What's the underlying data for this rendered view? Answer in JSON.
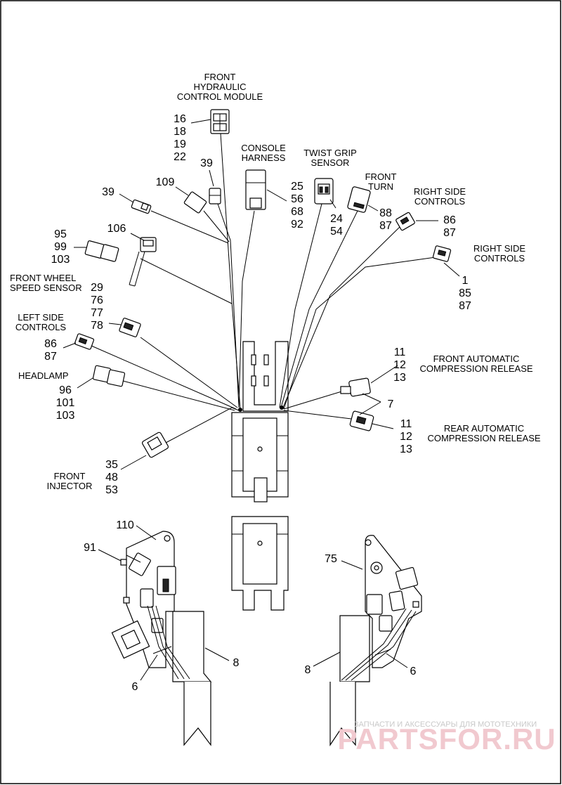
{
  "labels": {
    "front_hcm_1": "FRONT",
    "front_hcm_2": "HYDRAULIC",
    "front_hcm_3": "CONTROL MODULE",
    "console_1": "CONSOLE",
    "console_2": "HARNESS",
    "twist_1": "TWIST GRIP",
    "twist_2": "SENSOR",
    "turn_1": "FRONT",
    "turn_2": "TURN",
    "rsc1_1": "RIGHT SIDE",
    "rsc1_2": "CONTROLS",
    "rsc2_1": "RIGHT SIDE",
    "rsc2_2": "CONTROLS",
    "fws_1": "FRONT WHEEL",
    "fws_2": "SPEED SENSOR",
    "lsc_1": "LEFT SIDE",
    "lsc_2": "CONTROLS",
    "headlamp": "HEADLAMP",
    "fac_1": "FRONT AUTOMATIC",
    "fac_2": "COMPRESSION RELEASE",
    "rac_1": "REAR AUTOMATIC",
    "rac_2": "COMPRESSION RELEASE",
    "inj_1": "FRONT",
    "inj_2": "INJECTOR"
  },
  "callouts": {
    "hcm": [
      "16",
      "18",
      "19",
      "22"
    ],
    "c39a": "39",
    "c39b": "39",
    "c109": "109",
    "c106": "106",
    "c95": [
      "95",
      "99",
      "103"
    ],
    "console": [
      "25",
      "56",
      "68",
      "92"
    ],
    "twist": [
      "24",
      "54"
    ],
    "turn": [
      "88",
      "87"
    ],
    "rsc1": [
      "86",
      "87"
    ],
    "rsc2": [
      "1",
      "85",
      "87"
    ],
    "fws": [
      "29",
      "76",
      "77",
      "78"
    ],
    "lsc": [
      "86",
      "87"
    ],
    "headlamp": [
      "96",
      "101",
      "103"
    ],
    "fac": [
      "11",
      "12",
      "13"
    ],
    "c7": "7",
    "rac": [
      "11",
      "12",
      "13"
    ],
    "inj": [
      "35",
      "48",
      "53"
    ],
    "c110": "110",
    "c91": "91",
    "c75": "75",
    "c8a": "8",
    "c8b": "8",
    "c6a": "6",
    "c6b": "6"
  },
  "watermark": {
    "tagline": "ЗАПЧАСТИ И АКСЕССУАРЫ ДЛЯ МОТОТЕХНИКИ",
    "brand": "PARTSFOR.RU"
  }
}
